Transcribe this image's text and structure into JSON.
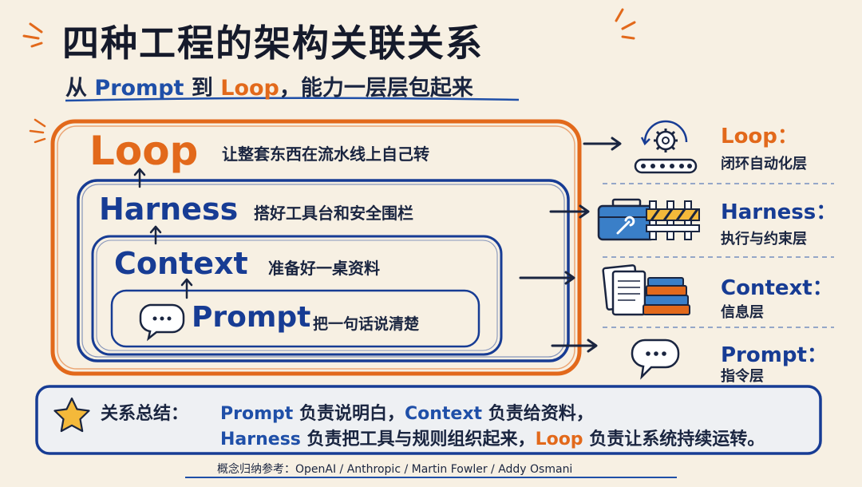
{
  "title": "四种工程的架构关联关系",
  "subtitle": {
    "part1": "从",
    "prompt": "Prompt",
    "part2": "到",
    "loop": "Loop",
    "part3": "，能力一层层包起来"
  },
  "layers": {
    "loop": {
      "label": "Loop",
      "desc": "让整套东西在流水线上自己转"
    },
    "harness": {
      "label": "Harness",
      "desc": "搭好工具台和安全围栏"
    },
    "context": {
      "label": "Context",
      "desc": "准备好一桌资料"
    },
    "prompt": {
      "label": "Prompt",
      "desc": "把一句话说清楚"
    }
  },
  "right_panel": [
    {
      "name": "Loop：",
      "desc": "闭环自动化层",
      "icon": "conveyor-gear-icon"
    },
    {
      "name": "Harness：",
      "desc": "执行与约束层",
      "icon": "toolbox-fence-icon"
    },
    {
      "name": "Context：",
      "desc": "信息层",
      "icon": "documents-books-icon"
    },
    {
      "name": "Prompt：",
      "desc": "指令层",
      "icon": "speech-bubble-icon"
    }
  ],
  "summary": {
    "title": "关系总结：",
    "line1": {
      "prompt": "Prompt",
      "t1": " 负责说明白，",
      "context": "Context",
      "t2": " 负责给资料，"
    },
    "line2": {
      "harness": "Harness",
      "t1": " 负责把工具与规则组织起来，",
      "loop": "Loop",
      "t2": " 负责让系统持续运转。"
    }
  },
  "footnote": "概念归纳参考：OpenAI / Anthropic / Martin Fowler / Addy Osmani",
  "colors": {
    "background": "#f7f0e3",
    "orange": "#e2691b",
    "navy": "#173c94",
    "ink": "#1a2540"
  }
}
